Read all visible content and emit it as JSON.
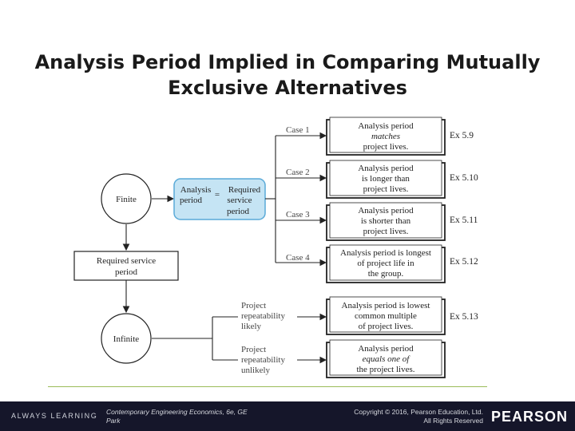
{
  "title": {
    "line1": "Analysis Period Implied in Comparing Mutually",
    "line2": "Exclusive Alternatives"
  },
  "diagram": {
    "finite": "Finite",
    "infinite": "Infinite",
    "required_service": [
      "Required service",
      "period"
    ],
    "analysis_period": [
      "Analysis",
      "period"
    ],
    "equals_sign": "=",
    "required_service_period": [
      "Required",
      "service",
      "period"
    ],
    "cases": [
      {
        "label": "Case 1",
        "lines": [
          "Analysis period",
          "matches",
          "project lives."
        ],
        "ex": "Ex 5.9"
      },
      {
        "label": "Case 2",
        "lines": [
          "Analysis period",
          "is longer than",
          "project lives."
        ],
        "ex": "Ex 5.10"
      },
      {
        "label": "Case 3",
        "lines": [
          "Analysis period",
          "is shorter than",
          "project lives."
        ],
        "ex": "Ex 5.11"
      },
      {
        "label": "Case 4",
        "lines": [
          "Analysis period is longest",
          "of project life in",
          "the group."
        ],
        "ex": "Ex 5.12"
      }
    ],
    "repeat_likely": [
      "Project",
      "repeatability",
      "likely"
    ],
    "repeat_unlikely": [
      "Project",
      "repeatability",
      "unlikely"
    ],
    "infinite_cases": [
      {
        "lines": [
          "Analysis period is lowest",
          "common multiple",
          "of project lives."
        ],
        "ex": "Ex 5.13"
      },
      {
        "lines": [
          "Analysis period",
          "equals one of",
          "the project lives."
        ],
        "ex": ""
      }
    ]
  },
  "footer": {
    "brand": "ALWAYS LEARNING",
    "book_line1": "Contemporary Engineering Economics, 6e, GE",
    "book_line2": "Park",
    "copyright_line1": "Copyright © 2016, Pearson Education, Ltd.",
    "copyright_line2": "All Rights Reserved",
    "publisher": "PEARSON"
  },
  "colors": {
    "accent_box": "#c5e4f4",
    "accent_border": "#5aaad8",
    "footer_bg": "#15162a",
    "footer_rule": "#9bbb59"
  }
}
